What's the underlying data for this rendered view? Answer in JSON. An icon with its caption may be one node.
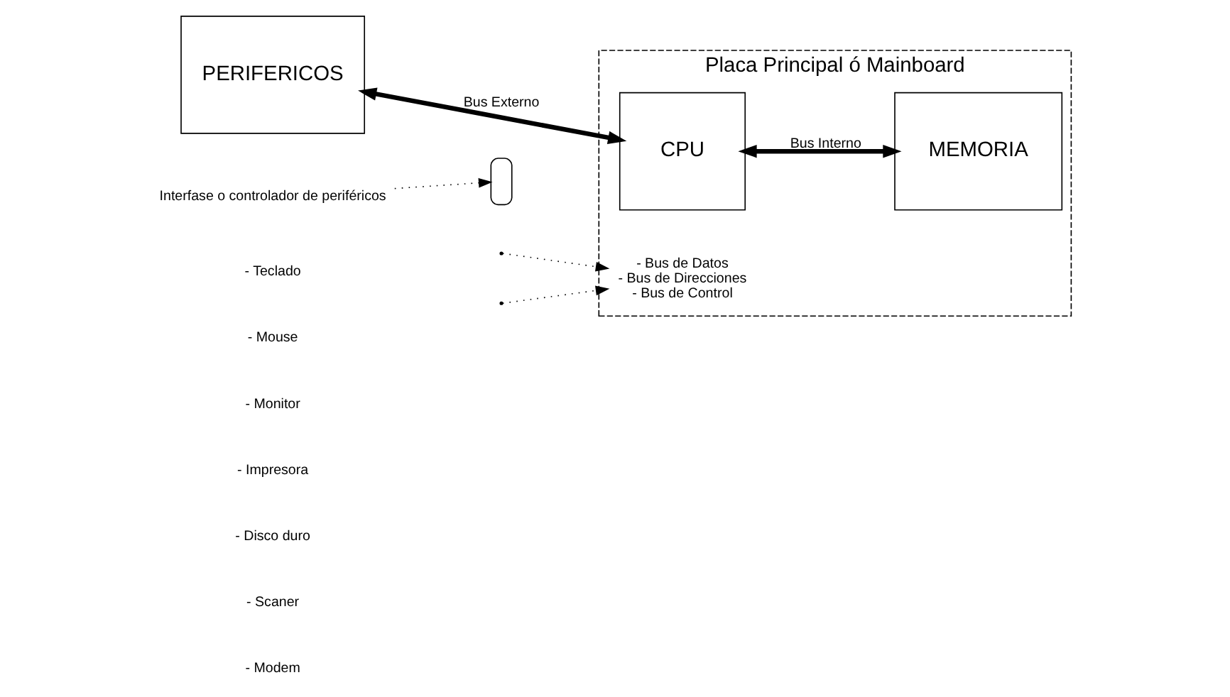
{
  "diagram": {
    "nodes": [
      {
        "text": [
          "Placa Principal ó Mainboard"
        ]
      },
      {
        "text": [
          "PERIFERICOS"
        ]
      },
      {
        "text": [
          "CPU"
        ],
        "in": 0
      },
      {
        "text": [
          "MEMORIA"
        ],
        "in": 0
      },
      {
        "text": [],
        "shape": "box"
      },
      {
        "text": [
          "Interfase o controlador de periféricos"
        ]
      },
      {
        "text": [
          "- Bus de Datos",
          "- Bus de Direcciones",
          "- Bus de Control"
        ],
        "in": 0
      }
    ],
    "edges": [
      {
        "from": 1,
        "to": 2,
        "arrow": "both",
        "label": "Bus Externo",
        "style": "thick"
      },
      {
        "from": 2,
        "to": 3,
        "arrow": "both",
        "label": "Bus Interno",
        "style": "thick"
      },
      {
        "from": 5,
        "to": 4,
        "arrow": "to",
        "style": "dashed"
      },
      {
        "from": null,
        "to": 6,
        "arrow": "to",
        "style": "dashed"
      },
      {
        "from": null,
        "to": 6,
        "arrow": "to",
        "style": "dashed"
      }
    ],
    "labels": [
      "- Teclado",
      "- Mouse",
      "- Monitor",
      "- Impresora",
      "- Disco duro",
      "- Scaner",
      "- Modem"
    ]
  }
}
